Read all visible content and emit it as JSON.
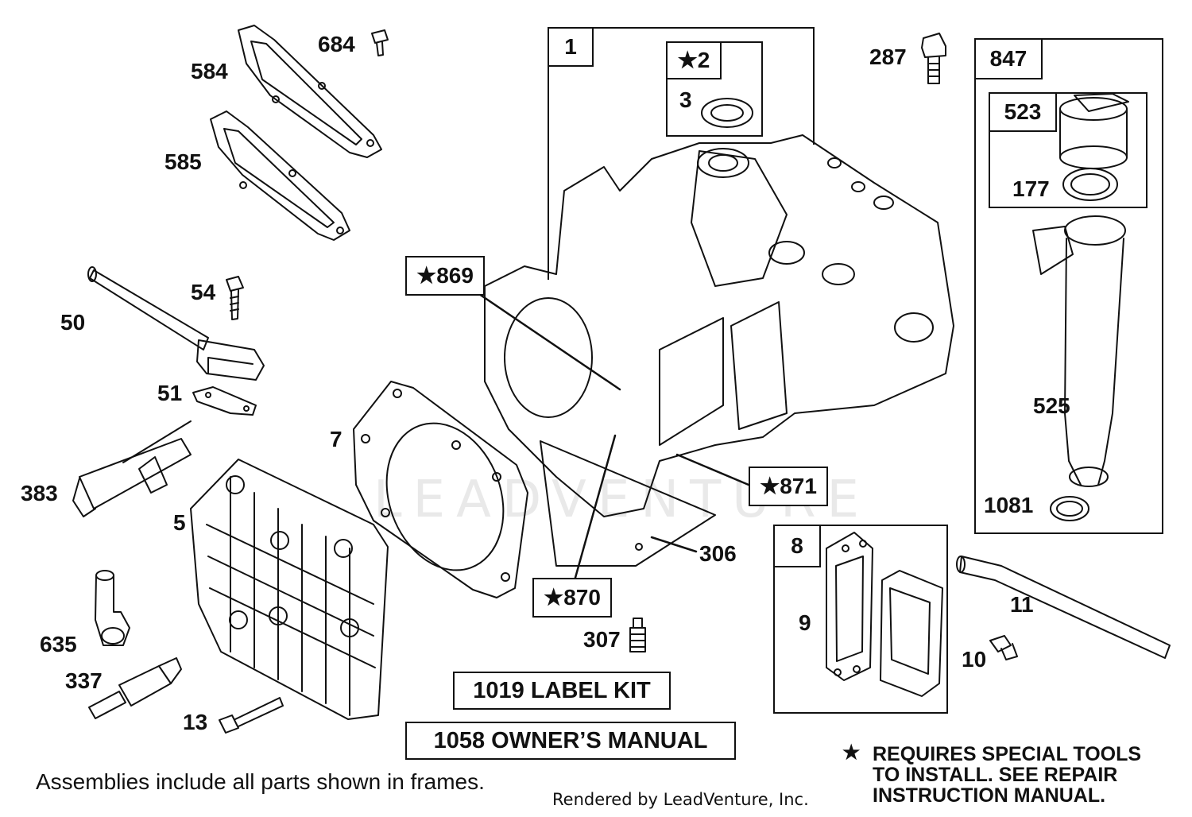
{
  "frames": {
    "short_block": "1",
    "seal": "2",
    "dipstick_assembly": "847",
    "dipstick": "523",
    "breather": "8"
  },
  "star": "★",
  "callouts": {
    "p684": "684",
    "p584": "584",
    "p585": "585",
    "p54": "54",
    "p50": "50",
    "p51": "51",
    "p383": "383",
    "p5": "5",
    "p635": "635",
    "p337": "337",
    "p13": "13",
    "p7": "7",
    "p3": "3",
    "p287": "287",
    "p177": "177",
    "p525": "525",
    "p1081": "1081",
    "p306": "306",
    "p307": "307",
    "p9": "9",
    "p11": "11",
    "p10": "10",
    "p869": "869",
    "p871": "871",
    "p870": "870"
  },
  "kits": {
    "label_kit": "1019 LABEL KIT",
    "owners_manual": "1058 OWNER’S MANUAL"
  },
  "footnote": "Assemblies include all parts shown in frames.",
  "special_tools_note": {
    "line1": "REQUIRES SPECIAL TOOLS",
    "line2": "TO INSTALL.  SEE REPAIR",
    "line3": "INSTRUCTION MANUAL."
  },
  "rendered_by": "Rendered by LeadVenture, Inc.",
  "watermark": "LEADVENTURE"
}
